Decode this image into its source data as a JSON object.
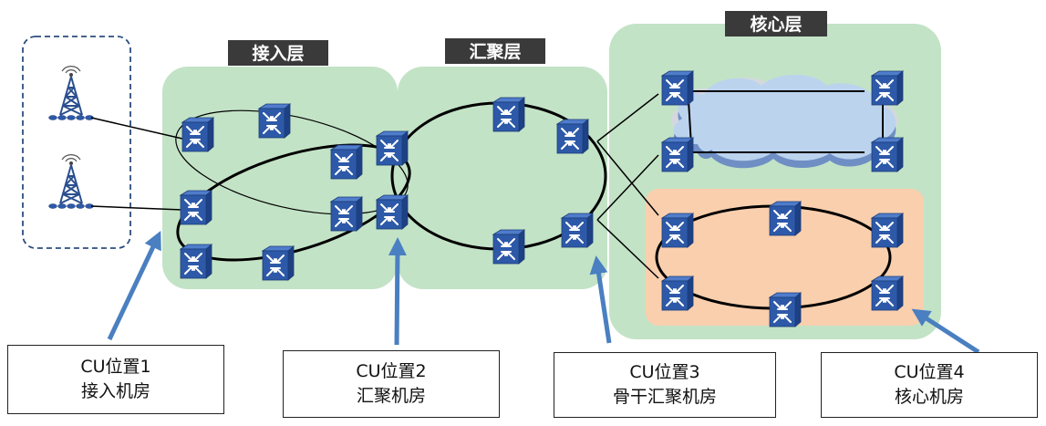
{
  "layers": {
    "access": "接入层",
    "aggregation": "汇聚层",
    "core": "核心层"
  },
  "cu_positions": [
    {
      "title": "CU位置1",
      "subtitle": "接入机房"
    },
    {
      "title": "CU位置2",
      "subtitle": "汇聚机房"
    },
    {
      "title": "CU位置3",
      "subtitle": "骨干汇聚机房"
    },
    {
      "title": "CU位置4",
      "subtitle": "核心机房"
    }
  ],
  "icons": {
    "antenna": "radio-tower-icon",
    "router": "router-icon",
    "cloud": "cloud-icon",
    "arrow": "pointer-arrow-icon"
  },
  "colors": {
    "zone_green": "#c3e3c6",
    "core_ring_orange": "#f9cfae",
    "cloud_blue": "#bcd3ee",
    "router_blue": "#2d59a8",
    "arrow_blue": "#4a7fc1",
    "label_bg": "#3a3a3a"
  }
}
